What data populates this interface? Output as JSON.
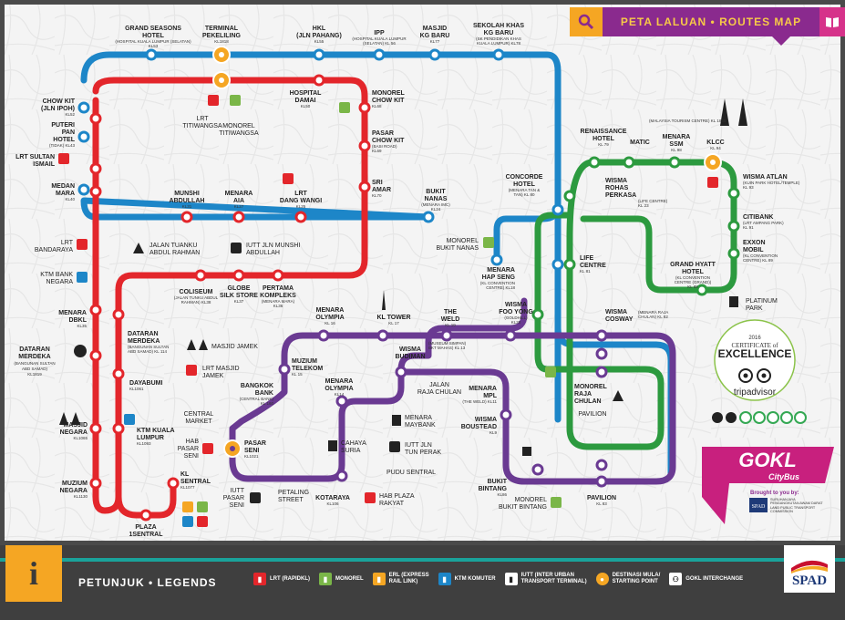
{
  "header": {
    "title": "PETA LALUAN • ROUTES MAP",
    "icon": "search-icon",
    "book_icon": "book-icon"
  },
  "colors": {
    "red_line": "#e3262b",
    "blue_line": "#1d86c8",
    "green_line": "#2c9a3f",
    "purple_line": "#6a3a92",
    "orange": "#f5a623",
    "purple": "#8a2a8e",
    "pink": "#d6328a",
    "teal": "#1aa39b"
  },
  "stations": {
    "grand_seasons": [
      "GRAND SEASONS",
      "HOTEL"
    ],
    "grand_seasons_sub": [
      "(HOSPITAL KUALA LUMPUR (SELATAN)",
      "KL53"
    ],
    "terminal_pekeliling": [
      "TERMINAL",
      "PEKELILING"
    ],
    "terminal_pekeliling_sub": "KL1818",
    "hkl": [
      "HKL",
      "(JLN PAHANG)"
    ],
    "hkl_sub": "KL55",
    "ipp": "IPP",
    "ipp_sub": [
      "(HOSPITAL KUALA LUMPUR",
      "(SELATAN) KL 56"
    ],
    "masjid_kg_baru": [
      "MASJID",
      "KG BARU"
    ],
    "masjid_kg_baru_sub": "KL77",
    "sekolah_khas": [
      "SEKOLAH KHAS",
      "KG BARU"
    ],
    "sekolah_khas_sub": [
      "(SK PENDIDIKAN KHAS",
      "KUALA LUMPUR) KL78"
    ],
    "chow_kit_jln_ipoh": [
      "CHOW KIT",
      "(JLN IPOH)"
    ],
    "chow_kit_jln_ipoh_sub": "KL52",
    "puteri_pan_hotel": [
      "PUTERI",
      "PAN",
      "HOTEL"
    ],
    "puteri_pan_hotel_sub": "(TIDAK) KL43",
    "lrt_sultan_ismail": [
      "LRT SULTAN",
      "ISMAIL"
    ],
    "medan_mara": [
      "MEDAN",
      "MARA"
    ],
    "medan_mara_sub": "KL40",
    "lrt_bandaraya": [
      "LRT",
      "BANDARAYA"
    ],
    "ktm_bank_negara": [
      "KTM BANK",
      "NEGARA"
    ],
    "menara_dbkl": [
      "MENARA",
      "DBKL"
    ],
    "menara_dbkl_sub": "KL35",
    "dataran_merdeka_poi": [
      "DATARAN",
      "MERDEKA"
    ],
    "dataran_merdeka_poi_sub": [
      "(BANGUNAN SULTAN",
      "ABD SAMAD)",
      "KL1819"
    ],
    "hospital_damai": [
      "HOSPITAL",
      "DAMAI"
    ],
    "hospital_damai_sub": "KL50",
    "lrt_titiwangsa": [
      "LRT",
      "TITIWANGSA"
    ],
    "monorel_titiwangsa": [
      "MONOREL",
      "TITIWANGSA"
    ],
    "monorel_chow_kit": [
      "MONOREL",
      "CHOW KIT"
    ],
    "monorel_chow_kit_sub": "KL68",
    "pasar_chow_kit": [
      "PASAR",
      "CHOW KIT"
    ],
    "pasar_chow_kit_sub": [
      "(BASI ROAD)",
      "KL69"
    ],
    "sri_amar": [
      "SRI",
      "AMAR"
    ],
    "sri_amar_sub": "KL70",
    "munshi_abdullah": [
      "MUNSHI",
      "ABDULLAH"
    ],
    "munshi_abdullah_sub": "KL31",
    "menara_aia": [
      "MENARA",
      "AIA"
    ],
    "menara_aia_sub": "KL27",
    "lrt_dang_wangi": [
      "LRT",
      "DANG WANGI"
    ],
    "lrt_dang_wangi_sub": "KL25",
    "bukit_nanas": [
      "BUKIT",
      "NANAS"
    ],
    "bukit_nanas_sub": [
      "(MENARA IMC)",
      "KL24"
    ],
    "jalan_tuanku": [
      "JALAN TUANKU",
      "ABDUL RAHMAN"
    ],
    "iutt_munshi": [
      "IUTT JLN MUNSHI",
      "ABDULLAH"
    ],
    "monorel_bukit_nanas": [
      "MONOREL",
      "BUKIT NANAS"
    ],
    "coliseum": "COLISEUM",
    "coliseum_sub": [
      "(JALAN TUNKU ABDUL",
      "RAHMAN) KL38"
    ],
    "globe_silk_store": [
      "GLOBE",
      "SILK STORE"
    ],
    "globe_silk_store_sub": "KL37",
    "pertama_kompleks": [
      "PERTAMA",
      "KOMPLEKS"
    ],
    "pertama_kompleks_sub": [
      "(MENARA MARA)",
      "KL36"
    ],
    "dataran_merdeka_stn": [
      "DATARAN",
      "MERDEKA"
    ],
    "dataran_merdeka_stn_sub": [
      "(BANGUNAN SULTAN",
      "ABD SAMAD) KL 114"
    ],
    "masjid_jamek": "MASJID JAMEK",
    "lrt_masjid_jamek": [
      "LRT MASJID",
      "JAMEK"
    ],
    "dayabumi": "DAYABUMI",
    "dayabumi_sub": "KL1061",
    "ktm_kuala_lumpur": [
      "KTM KUALA",
      "LUMPUR"
    ],
    "ktm_kuala_lumpur_sub": "KL1093",
    "central_market": [
      "CENTRAL",
      "MARKET"
    ],
    "hab_pasar_seni": [
      "HAB",
      "PASAR",
      "SENI"
    ],
    "masjid_negara": [
      "MASJID",
      "NEGARA"
    ],
    "masjid_negara_sub": "KL1065",
    "pasar_seni": [
      "PASAR",
      "SENI"
    ],
    "pasar_seni_sub": "KL1021",
    "kl_sentral": [
      "KL",
      "SENTRAL"
    ],
    "kl_sentral_sub": "KL1077",
    "muzium_negara": [
      "MUZIUM",
      "NEGARA"
    ],
    "muzium_negara_sub": "KL1130",
    "plaza_sentral": [
      "PLAZA",
      "1SENTRAL"
    ],
    "iutt_pasar_seni": [
      "IUTT",
      "PASAR",
      "SENI"
    ],
    "petaling_street": [
      "PETALING",
      "STREET"
    ],
    "kotaraya": "KOTARAYA",
    "kotaraya_sub": "KL106",
    "hab_plaza_rakyat": [
      "HAB PLAZA",
      "RAKYAT"
    ],
    "pudu_sentral": "PUDU SENTRAL",
    "iutt_tun_perak": [
      "IUTT JLN",
      "TUN PERAK"
    ],
    "cahaya_suria": [
      "CAHAYA",
      "SURIA"
    ],
    "menara_maybank": [
      "MENARA",
      "MAYBANK"
    ],
    "bangkok_bank": [
      "BANGKOK",
      "BANK"
    ],
    "bangkok_bank_sub": [
      "(CENTRAL BANK)",
      "KL 160"
    ],
    "muzium_telekom": [
      "MUZIUM",
      "TELEKOM"
    ],
    "muzium_telekom_sub": "KL 15",
    "menara_olympia_1": [
      "MENARA",
      "OLYMPIA"
    ],
    "menara_olympia_1_sub": "KL 16",
    "menara_olympia_2": [
      "MENARA",
      "OLYMPIA"
    ],
    "menara_olympia_2_sub": "KL14",
    "kl_tower": "KL TOWER",
    "kl_tower_sub": "KL 17",
    "the_weld": [
      "THE",
      "WELD"
    ],
    "the_weld_sub": "KL 19",
    "wisma_budiman": [
      "WISMA",
      "BUDIMAN"
    ],
    "wisma_budiman_sub": [
      "(MUSEUM SIMPAN)",
      "BKT MAHAS) KL 13"
    ],
    "jalan_raja_chulan": [
      "JALAN",
      "RAJA CHULAN"
    ],
    "menara_mpl": [
      "MENARA",
      "MPL"
    ],
    "menara_mpl_sub": [
      "(THE WELD) KL11"
    ],
    "wisma_boustead": [
      "WISMA",
      "BOUSTEAD"
    ],
    "wisma_boustead_sub": "KL9",
    "wisma_foo_yong": [
      "WISMA",
      "FOO YONG"
    ],
    "wisma_foo_yong_sub": [
      "(GOLDHILL)",
      "KL20"
    ],
    "wisma_cosway": [
      "WISMA",
      "COSWAY"
    ],
    "wisma_cosway_sub": [
      "(MENARA RAJA",
      "CHULAN) KL 82"
    ],
    "monorel_raja_chulan": [
      "MONOREL",
      "RAJA",
      "CHULAN"
    ],
    "pavilion_poi": "PAVILION",
    "pavilion_stn": "PAVILION",
    "pavilion_stn_sub": "KL 83",
    "bukit_bintang": [
      "BUKIT",
      "BINTANG"
    ],
    "bukit_bintang_sub": "KL86",
    "monorel_bukit_bintang": [
      "MONOREL",
      "BUKIT BINTANG"
    ],
    "concorde_hotel": [
      "CONCORDE",
      "HOTEL"
    ],
    "concorde_hotel_sub": [
      "(MENARA TAN &",
      "TAN) KL 80"
    ],
    "menara_hap_seng": [
      "MENARA",
      "HAP SENG"
    ],
    "menara_hap_seng_sub": [
      "(KL CONVENTION",
      "CENTRE) KL18"
    ],
    "life_centre": [
      "LIFE",
      "CENTRE"
    ],
    "life_centre_sub": "KL 81",
    "wisma_rohas": [
      "WISMA",
      "ROHAS",
      "PERKASA"
    ],
    "wisma_rohas_sub": [
      "(LIFE CENTRE)",
      "KL 23"
    ],
    "renaissance_hotel": [
      "RENAISSANCE",
      "HOTEL"
    ],
    "renaissance_hotel_sub": "KL 79",
    "matic": "MATIC",
    "matic_sub": [
      "(MALAYSIA TOURISM CENTRE) KL 1835"
    ],
    "menara_ssm": [
      "MENARA",
      "SSM"
    ],
    "menara_ssm_sub": "KL 98",
    "klcc": "KLCC",
    "klcc_sub": "KL 94",
    "wisma_atlan": [
      "WISMA ATLAN"
    ],
    "wisma_atlan_sub": [
      "(KUIN PARK HOTEL/TEMPLE)",
      "KL 93"
    ],
    "citibank": "CITIBANK",
    "citibank_sub": [
      "(LRT AMPANG PARK)",
      "KL 91"
    ],
    "exxon_mobil": [
      "EXXON",
      "MOBIL"
    ],
    "exxon_mobil_sub": [
      "(KL CONVENTION",
      "CENTRE) KL 89"
    ],
    "grand_hyatt": [
      "GRAND HYATT",
      "HOTEL"
    ],
    "grand_hyatt_sub": [
      "(KL CONVENTION",
      "CENTRE (GRAND))",
      "KL 88"
    ],
    "platinum_park": [
      "PLATINUM",
      "PARK"
    ]
  },
  "tripadvisor": {
    "year": "2016",
    "cert_of": "CERTIFICATE of",
    "excellence": "EXCELLENCE",
    "brand": "tripadvisor"
  },
  "gokl": {
    "title": "GOKL",
    "subtitle": "CityBus",
    "brought": "Brought to you by:",
    "spad_small": "SPAD",
    "spad_line1": "SURUHANJAYA",
    "spad_line2": "PENGANGKUTAN AWAM DARAT",
    "spad_line3": "LAND PUBLIC TRANSPORT",
    "spad_line4": "COMMISSION"
  },
  "legend": {
    "info_glyph": "i",
    "title": "PETUNJUK • LEGENDS",
    "items": [
      {
        "label": [
          "LRT (RAPIDKL)"
        ],
        "color": "#e3262b",
        "icon": "train-icon"
      },
      {
        "label": [
          "MONOREL"
        ],
        "color": "#7ab648",
        "icon": "monorail-icon"
      },
      {
        "label": [
          "ERL (EXPRESS",
          "RAIL LINK)"
        ],
        "color": "#f5a623",
        "icon": "erl-icon"
      },
      {
        "label": [
          "KTM KOMUTER"
        ],
        "color": "#1d86c8",
        "icon": "komuter-icon"
      },
      {
        "label": [
          "IUTT (INTER URBAN",
          "TRANSPORT TERMINAL)"
        ],
        "color": "#ffffff",
        "icon": "bus-icon"
      },
      {
        "label": [
          "DESTINASI MULA/",
          "STARTING POINT"
        ],
        "color": "#f5a623",
        "icon": "starting-point-icon"
      },
      {
        "label": [
          "GOKL INTERCHANGE"
        ],
        "color": "#ffffff",
        "icon": "interchange-icon"
      }
    ],
    "spad": "SPAD"
  }
}
